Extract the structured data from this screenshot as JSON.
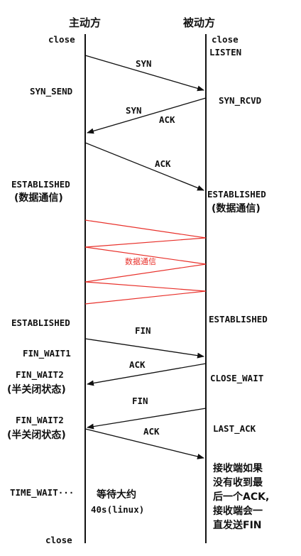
{
  "headers": {
    "active": "主动方",
    "passive": "被动方"
  },
  "left_states": {
    "close_top": "close",
    "syn_send": "SYN_SEND",
    "established1": "ESTABLISHED",
    "established1_note": "(数据通信)",
    "established2": "ESTABLISHED",
    "fin_wait1": "FIN_WAIT1",
    "fin_wait2_a": "FIN_WAIT2",
    "fin_wait2_a_note": "(半关闭状态)",
    "fin_wait2_b": "FIN_WAIT2",
    "fin_wait2_b_note": "(半关闭状态)",
    "time_wait": "TIME_WAIT···",
    "close_bottom": "close"
  },
  "right_states": {
    "close_top": "close",
    "listen": "LISTEN",
    "syn_rcvd": "SYN_RCVD",
    "established1": "ESTABLISHED",
    "established1_note": "(数据通信)",
    "established2": "ESTABLISHED",
    "close_wait": "CLOSE_WAIT",
    "last_ack": "LAST_ACK"
  },
  "messages": {
    "syn": "SYN",
    "synack_syn": "SYN",
    "synack_ack": "ACK",
    "ack1": "ACK",
    "data": "数据通信",
    "fin1": "FIN",
    "ack2": "ACK",
    "fin2": "FIN",
    "ack3": "ACK"
  },
  "notes": {
    "wait_line1": "等待大约",
    "wait_line2": "40s(linux)",
    "right_note": [
      "接收端如果",
      "没有收到最",
      "后一个ACK,",
      "接收端会一",
      "直发送FIN"
    ]
  },
  "colors": {
    "line": "#111111",
    "data": "#e8302a"
  }
}
